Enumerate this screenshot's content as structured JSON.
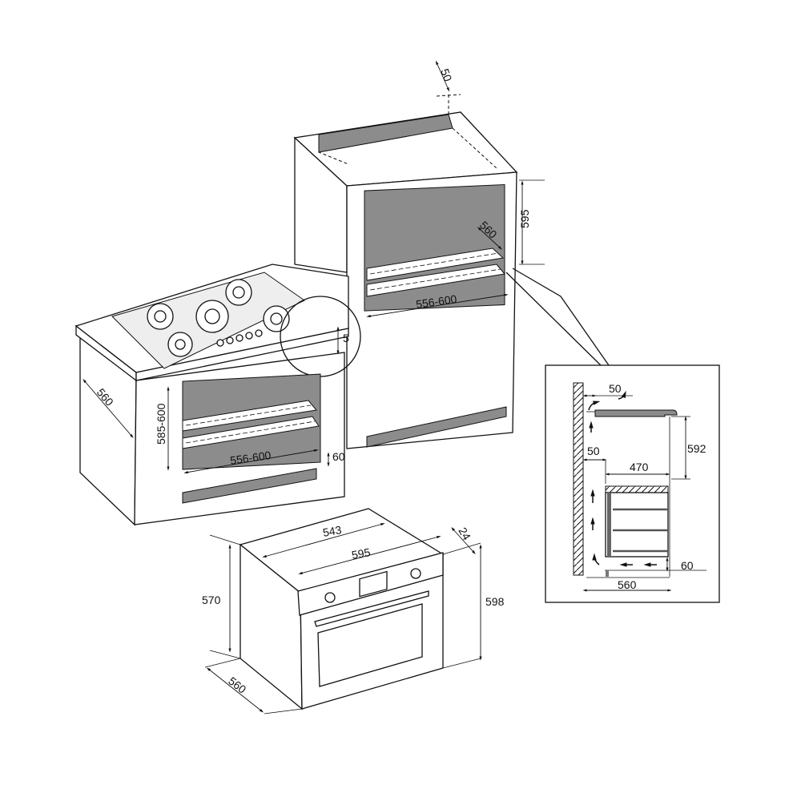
{
  "tall_unit": {
    "top_gap": "50",
    "height": "595",
    "depth": "560",
    "width": "556-600"
  },
  "worktop_unit": {
    "worktop_gap": "5",
    "depth": "560",
    "height": "585-600",
    "width": "556-600",
    "plinth_gap": "60"
  },
  "detail": {
    "top_gap": "50",
    "height": "592",
    "rear_gap": "50",
    "depth": "470",
    "bottom_gap": "60",
    "total_depth": "560"
  },
  "oven": {
    "body_width": "543",
    "front_width": "595",
    "panel_depth": "24",
    "body_height": "570",
    "front_height": "598",
    "depth": "560"
  }
}
